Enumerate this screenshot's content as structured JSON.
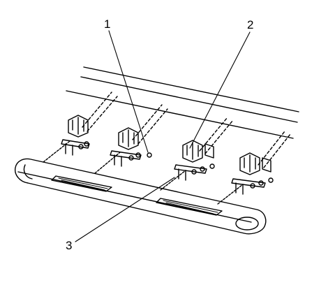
{
  "diagram": {
    "callouts": [
      {
        "id": "1",
        "label": "1"
      },
      {
        "id": "2",
        "label": "2"
      },
      {
        "id": "3",
        "label": "3"
      }
    ],
    "colors": {
      "ink": "#000000",
      "background": "#ffffff"
    }
  }
}
